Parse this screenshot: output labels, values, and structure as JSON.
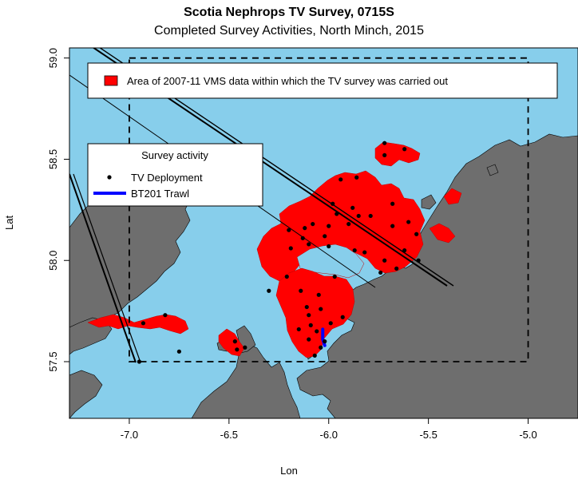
{
  "title": "Scotia Nephrops TV Survey, 0715S",
  "subtitle": "Completed Survey Activities, North Minch, 2015",
  "x_axis": {
    "label": "Lon",
    "ticks": [
      "-7.0",
      "-6.5",
      "-6.0",
      "-5.5",
      "-5.0"
    ],
    "range": [
      -7.3,
      -4.75
    ]
  },
  "y_axis": {
    "label": "Lat",
    "ticks": [
      "57.5",
      "58.0",
      "58.5",
      "59.0"
    ],
    "range": [
      57.22,
      59.05
    ]
  },
  "legend_area": {
    "label": "Area of 2007-11 VMS data within which the TV survey was carried out",
    "color": "#ff0000"
  },
  "legend_activity": {
    "title": "Survey activity",
    "items": [
      {
        "label": "TV Deployment",
        "symbol": "dot",
        "color": "#000000"
      },
      {
        "label": "BT201 Trawl",
        "symbol": "line",
        "color": "#0000ff"
      }
    ]
  },
  "colors": {
    "sea": "#87ceeb",
    "land": "#6e6e6e",
    "vms": "#ff0000",
    "deployment": "#000000",
    "trawl": "#0000ff"
  },
  "survey_box": {
    "lon": [
      -7.0,
      -5.0
    ],
    "lat": [
      57.5,
      59.0
    ]
  },
  "tv_deployments": [
    [
      -5.72,
      58.58
    ],
    [
      -5.72,
      58.52
    ],
    [
      -5.62,
      58.55
    ],
    [
      -5.94,
      58.4
    ],
    [
      -5.86,
      58.41
    ],
    [
      -5.98,
      58.28
    ],
    [
      -5.88,
      58.26
    ],
    [
      -5.79,
      58.22
    ],
    [
      -5.68,
      58.28
    ],
    [
      -5.6,
      58.19
    ],
    [
      -5.68,
      58.17
    ],
    [
      -5.56,
      58.13
    ],
    [
      -5.62,
      58.05
    ],
    [
      -5.55,
      58.0
    ],
    [
      -5.72,
      58.0
    ],
    [
      -5.74,
      57.94
    ],
    [
      -5.66,
      57.96
    ],
    [
      -5.87,
      58.05
    ],
    [
      -5.82,
      58.04
    ],
    [
      -5.96,
      58.23
    ],
    [
      -5.9,
      58.18
    ],
    [
      -5.85,
      58.22
    ],
    [
      -6.08,
      58.18
    ],
    [
      -6.0,
      58.17
    ],
    [
      -6.02,
      58.12
    ],
    [
      -6.13,
      58.11
    ],
    [
      -6.2,
      58.15
    ],
    [
      -6.12,
      58.16
    ],
    [
      -6.19,
      58.06
    ],
    [
      -6.1,
      58.08
    ],
    [
      -6.0,
      58.07
    ],
    [
      -6.21,
      57.92
    ],
    [
      -6.14,
      57.85
    ],
    [
      -6.11,
      57.77
    ],
    [
      -6.05,
      57.83
    ],
    [
      -5.97,
      57.92
    ],
    [
      -6.1,
      57.73
    ],
    [
      -6.04,
      57.76
    ],
    [
      -6.09,
      57.68
    ],
    [
      -6.06,
      57.65
    ],
    [
      -6.15,
      57.66
    ],
    [
      -6.1,
      57.61
    ],
    [
      -5.99,
      57.69
    ],
    [
      -6.02,
      57.6
    ],
    [
      -6.04,
      57.57
    ],
    [
      -6.07,
      57.53
    ],
    [
      -5.93,
      57.72
    ],
    [
      -6.3,
      57.85
    ],
    [
      -6.93,
      57.69
    ],
    [
      -6.82,
      57.73
    ],
    [
      -6.75,
      57.55
    ],
    [
      -6.95,
      57.5
    ],
    [
      -6.46,
      57.56
    ],
    [
      -6.47,
      57.6
    ],
    [
      -6.42,
      57.57
    ]
  ],
  "trawls": [
    [
      [
        -6.03,
        57.66
      ],
      [
        -6.03,
        57.61
      ],
      [
        -6.02,
        57.58
      ]
    ]
  ]
}
